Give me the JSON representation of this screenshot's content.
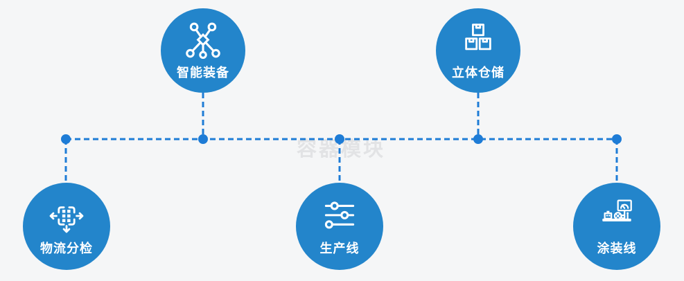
{
  "watermark": "容器模块",
  "colors": {
    "bg": "#f5f6f7",
    "node_fill": "#2385cb",
    "connector": "#1e7cd6",
    "icon": "#ffffff",
    "label": "#ffffff",
    "watermark": "#e2e3e5"
  },
  "nodes": [
    {
      "label": "智能装备",
      "icon": "network-nodes-icon"
    },
    {
      "label": "立体仓储",
      "icon": "stacked-boxes-icon"
    },
    {
      "label": "物流分检",
      "icon": "sort-dispatch-icon"
    },
    {
      "label": "生产线",
      "icon": "sliders-icon"
    },
    {
      "label": "涂装线",
      "icon": "control-station-icon"
    }
  ]
}
